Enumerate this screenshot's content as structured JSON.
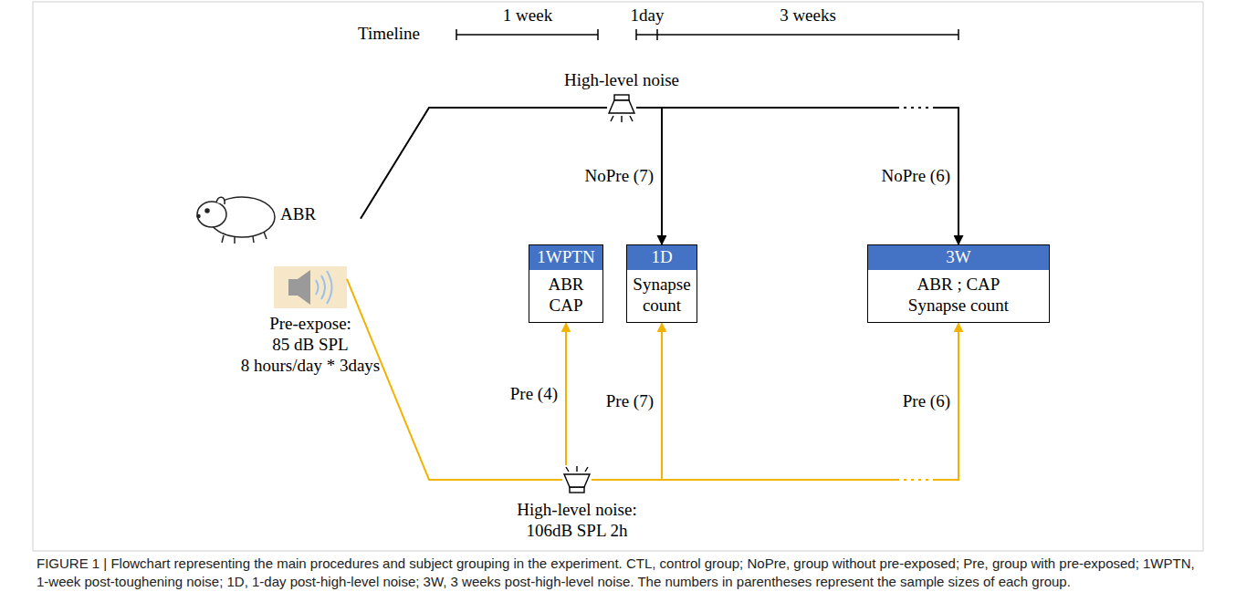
{
  "diagram": {
    "caption": "FIGURE 1 | Flowchart representing the main procedures and subject grouping in the experiment. CTL, control group; NoPre, group without pre-exposed; Pre, group with pre-exposed; 1WPTN, 1-week post-toughening noise; 1D, 1-day post-high-level noise; 3W, 3 weeks post-high-level noise. The numbers in parentheses represent the sample sizes of each group.",
    "nodes": [
      {
        "text": [
          "ABR"
        ]
      },
      {
        "text": [
          "High-level noise"
        ]
      },
      {
        "text": [
          "Pre-expose:",
          "85 dB SPL",
          "8 hours/day * 3days"
        ]
      },
      {
        "text": [
          "High-level noise:",
          "106dB SPL 2h"
        ]
      },
      {
        "text": [
          "1WPTN",
          "ABR CAP"
        ]
      },
      {
        "text": [
          "1D",
          "Synapse count"
        ]
      },
      {
        "text": [
          "3W",
          "ABR ; CAP Synapse count"
        ]
      }
    ],
    "edges": [
      {
        "from": 0,
        "to": 1,
        "arrow": "none"
      },
      {
        "from": 1,
        "to": 5,
        "label": "NoPre (7)",
        "arrow": "to"
      },
      {
        "from": 1,
        "to": 6,
        "label": "NoPre (6)",
        "arrow": "to"
      },
      {
        "from": 2,
        "to": 3,
        "arrow": "none"
      },
      {
        "from": 3,
        "to": 4,
        "label": "Pre (4)",
        "arrow": "to"
      },
      {
        "from": 3,
        "to": 5,
        "label": "Pre (7)",
        "arrow": "to"
      },
      {
        "from": 3,
        "to": 6,
        "label": "Pre (6)",
        "arrow": "to"
      }
    ],
    "labels": [
      "Timeline",
      "1 week",
      "1day",
      "3 weeks"
    ]
  }
}
